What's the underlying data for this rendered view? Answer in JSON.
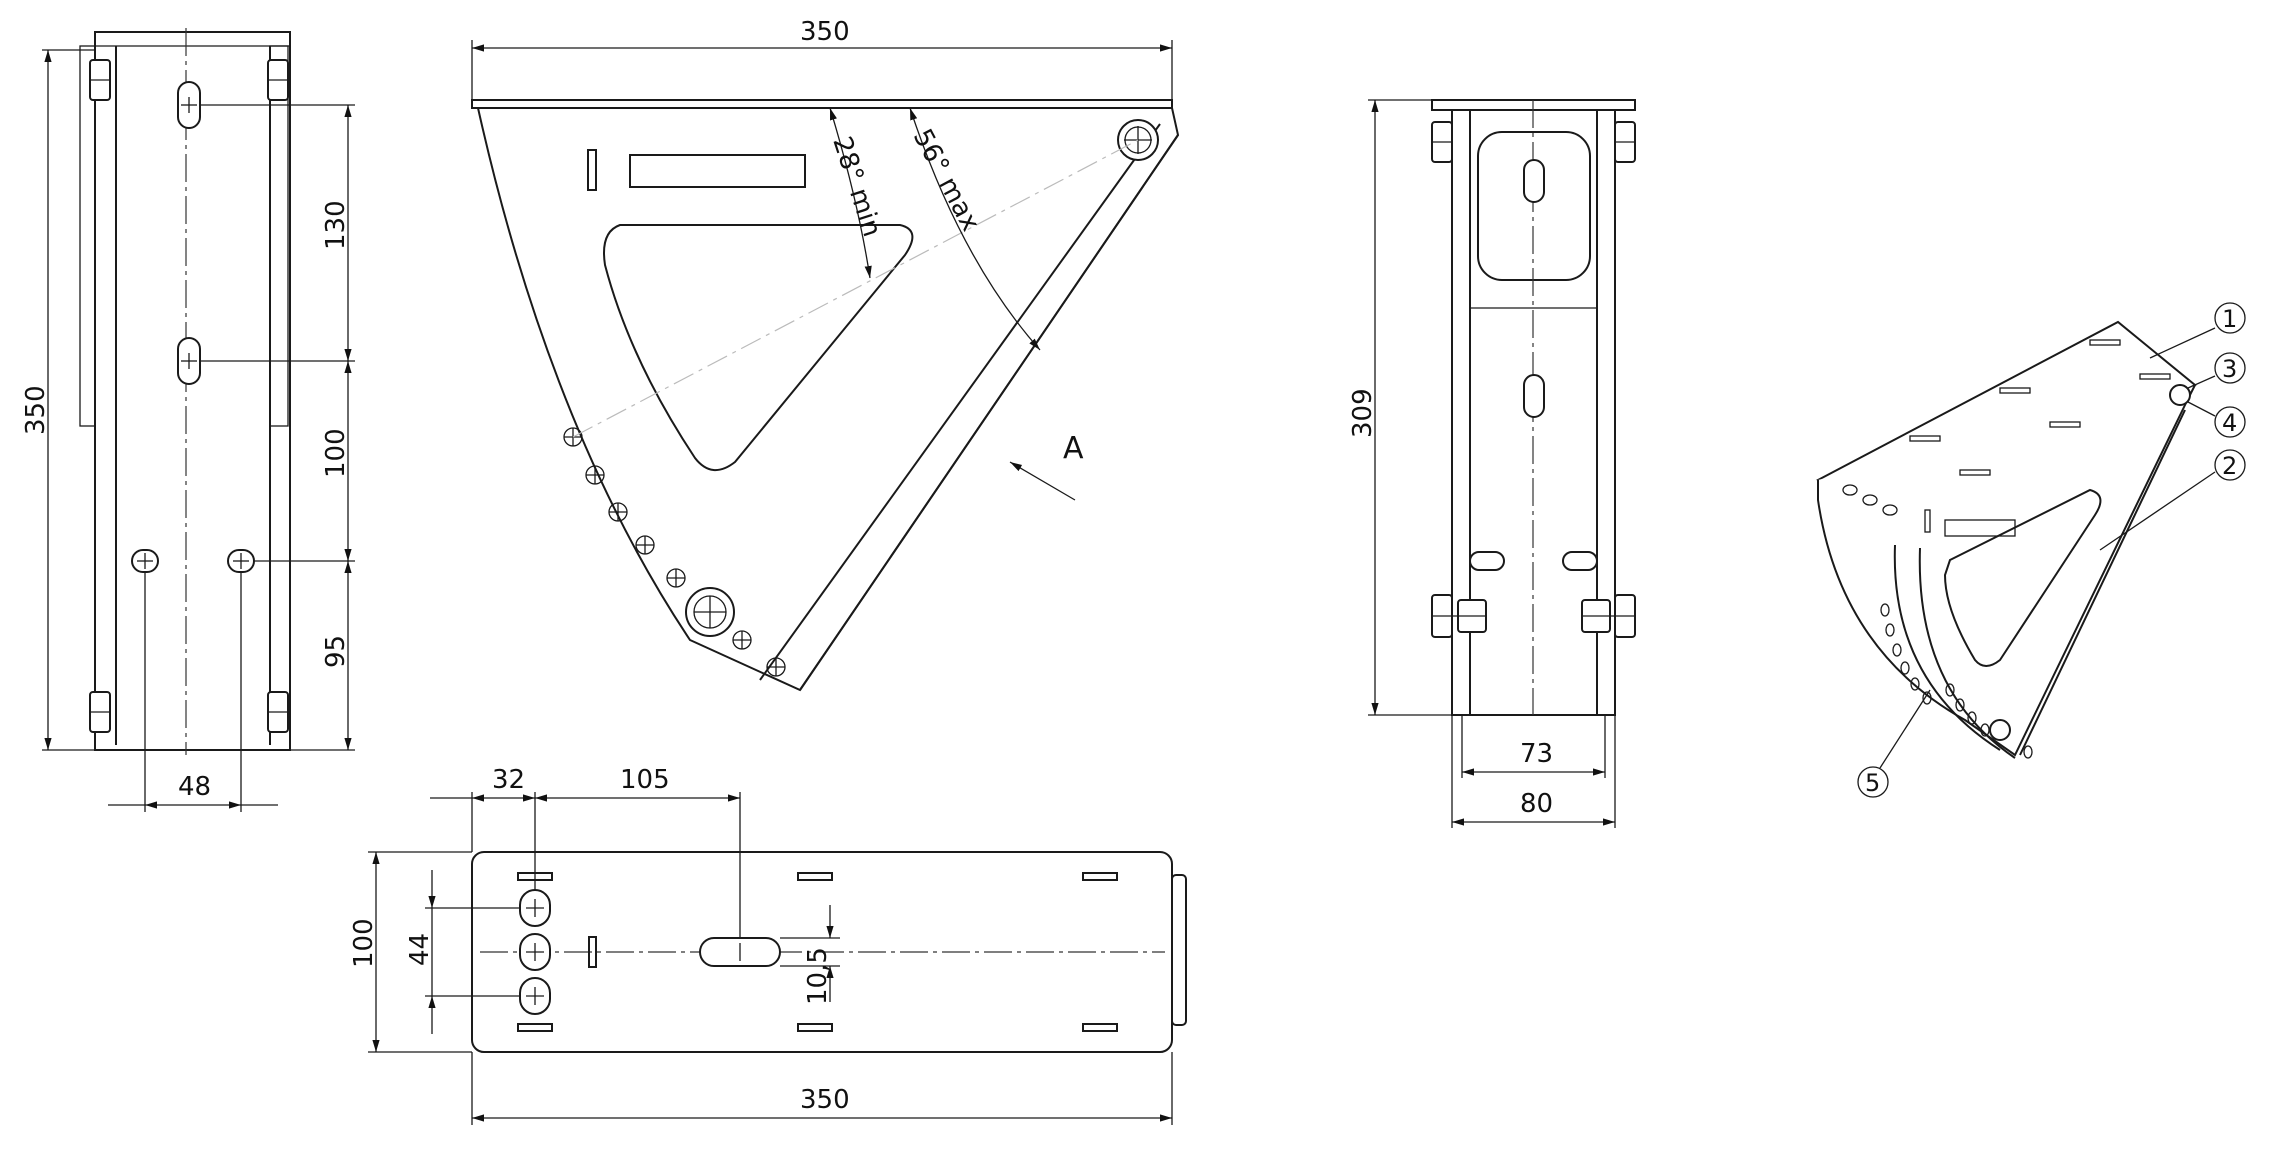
{
  "dimensions": {
    "left_view_height": "350",
    "left_slot_spacing_1": "130",
    "left_slot_spacing_2": "100",
    "left_slot_spacing_3": "95",
    "left_width": "48",
    "side_view_width": "350",
    "angle_min": "28° min",
    "angle_max": "56° max",
    "view_label": "A",
    "front_height": "309",
    "front_inner_width": "73",
    "front_outer_width": "80",
    "top_offset": "32",
    "top_slot_offset": "105",
    "top_height": "100",
    "top_hole_spacing": "44",
    "top_slot_width": "10,5",
    "top_length": "350"
  },
  "balloons": [
    "1",
    "3",
    "4",
    "2",
    "5"
  ],
  "colors": {
    "line": "#1a1a1a",
    "centerline": "#333333",
    "background": "#ffffff"
  }
}
